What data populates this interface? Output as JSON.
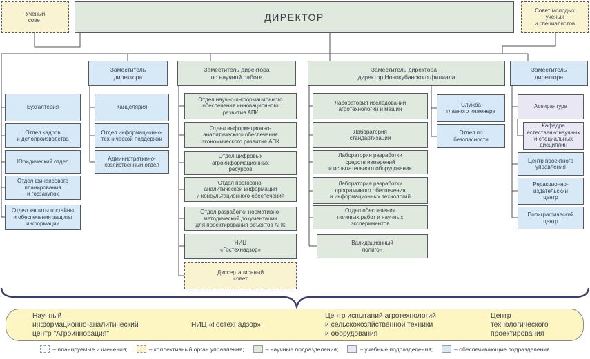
{
  "palette": {
    "science_green": "#dfe9dd",
    "support_blue": "#d7e9f7",
    "education_lavender": "#e8e7f3",
    "collective_yellow": "#faf3d2",
    "band_yellow": "#fdf5c2",
    "line": "#4c5055",
    "brace": "#3c3c6d"
  },
  "nodes": [
    {
      "id": "uch",
      "type": "collective",
      "label": "Ученый\nсовет"
    },
    {
      "id": "director",
      "type": "science",
      "label": "ДИРЕКТОР"
    },
    {
      "id": "smol",
      "type": "collective",
      "label": "Совет молодых\nученых\nи специалистов"
    },
    {
      "id": "dep1",
      "type": "support",
      "label": "Заместитель\nдиректора"
    },
    {
      "id": "dep2",
      "type": "science",
      "label": "Заместитель директора\nпо научной работе"
    },
    {
      "id": "dep3",
      "type": "science",
      "label": "Заместитель директора –\nдиректор Новокубанского филиала"
    },
    {
      "id": "dep4",
      "type": "support",
      "label": "Заместитель\nдиректора"
    },
    {
      "id": "c1_1",
      "type": "support",
      "label": "Бухгалтерия"
    },
    {
      "id": "c1_2",
      "type": "support",
      "label": "Отдел кадров\nи делопроизводства"
    },
    {
      "id": "c1_3",
      "type": "support",
      "label": "Юридический отдел"
    },
    {
      "id": "c1_4",
      "type": "support",
      "label": "Отдел финансового\nпланирования\nи госзакупок"
    },
    {
      "id": "c1_5",
      "type": "support",
      "label": "Отдел защиты гостайны\nи обеспечения защиты\nинформации"
    },
    {
      "id": "c2_1",
      "type": "support",
      "label": "Канцелярия"
    },
    {
      "id": "c2_2",
      "type": "support",
      "label": "Отдел информационно-\nтехнической поддержки"
    },
    {
      "id": "c2_3",
      "type": "support",
      "label": "Административно-\nхозяйственный отдел"
    },
    {
      "id": "c3_1",
      "type": "science",
      "label": "Отдел научно-информационного\nобеспечения инновационного\nразвития АПК"
    },
    {
      "id": "c3_2",
      "type": "science",
      "label": "Отдел информационно-\nаналитического обеспечения\nэкономического развития АПК"
    },
    {
      "id": "c3_3",
      "type": "science",
      "label": "Отдел цифровых\nагроинформационных\nресурсов"
    },
    {
      "id": "c3_4",
      "type": "science",
      "label": "Отдел прогнозно-\nаналитической информации\nи консультационного обеспечения"
    },
    {
      "id": "c3_5",
      "type": "science",
      "label": "Отдел разработки нормативно-\nметодической документации\nдля проектирования объектов АПК"
    },
    {
      "id": "c3_6",
      "type": "science",
      "label": "НИЦ\n«Гостехнадзор»"
    },
    {
      "id": "c3_7",
      "type": "collective-dash",
      "label": "Диссертационный\nсовет"
    },
    {
      "id": "c4_1",
      "type": "science",
      "label": "Лаборатория исследований\nагротехнологий и машин"
    },
    {
      "id": "c4_2",
      "type": "science",
      "label": "Лаборатория\nстандартизации"
    },
    {
      "id": "c4_3",
      "type": "science",
      "label": "Лаборатория разработки\nсредств измерений\nи испытательного оборудования"
    },
    {
      "id": "c4_4",
      "type": "science",
      "label": "Лаборатория разработки\nпрограммного обеспечения\nи информационных технологий"
    },
    {
      "id": "c4_5",
      "type": "science",
      "label": "Отдел обеспечения\nполевых работ и научных\nэкспериментов"
    },
    {
      "id": "c4_6",
      "type": "science",
      "label": "Валидационный\nполигон"
    },
    {
      "id": "c5_1",
      "type": "support",
      "label": "Служба\nглавного инженера"
    },
    {
      "id": "c5_2",
      "type": "support",
      "label": "Отдел по\nбезопасности"
    },
    {
      "id": "c6_1",
      "type": "education",
      "label": "Аспирантура"
    },
    {
      "id": "c6_2",
      "type": "education",
      "label": "Кафедра\nестественнонаучных\nи специальных\nдисциплин"
    },
    {
      "id": "c6_3",
      "type": "support",
      "label": "Центр проектного\nуправления"
    },
    {
      "id": "c6_4",
      "type": "support",
      "label": "Редакционно-\nиздательский\nцентр"
    },
    {
      "id": "c6_5",
      "type": "support",
      "label": "Полиграфический\nцентр"
    }
  ],
  "band": {
    "items": [
      "Научный\nинформационно-аналитический\nцентр \"Агроинновация\"",
      "НИЦ «Гостехнадзор»",
      "Центр испытаний агротехнологий\nи сельскохозяйственной техники\nи оборудования",
      "Центр\nтехнологического\nпроектирования"
    ]
  },
  "legend": [
    {
      "type": "planned",
      "label": "– планируемые изменения;"
    },
    {
      "type": "collective",
      "label": "– коллективный орган управления;"
    },
    {
      "type": "science",
      "label": "– научные подразделения;"
    },
    {
      "type": "education",
      "label": "– учебные подразделения;"
    },
    {
      "type": "support",
      "label": "– обеспечивающие подразделения"
    }
  ]
}
